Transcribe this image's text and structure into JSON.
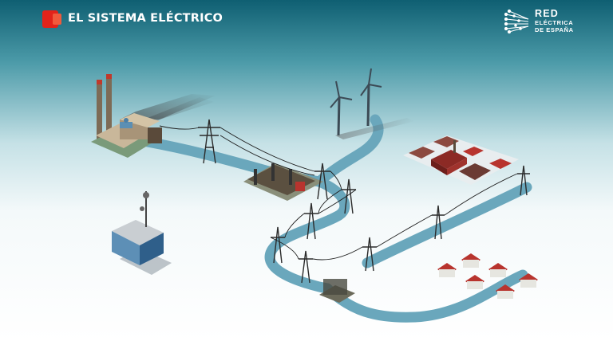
{
  "header": {
    "title": "EL SISTEMA ELÉCTRICO",
    "brand_line1": "RED",
    "brand_line2": "ELÉCTRICA",
    "brand_line3": "DE ESPAÑA"
  },
  "colors": {
    "header_bg": "#0f5f72",
    "logo_red": "#e2231a",
    "grid_path": "#6aa7bc",
    "roof_red": "#b8342e"
  },
  "scene": {
    "elements": [
      "power-plant-icon",
      "wind-turbine-icon",
      "substation-icon",
      "transmission-tower-icon",
      "telecom-building-icon",
      "industry-icon",
      "house-icon",
      "transformer-icon"
    ]
  }
}
